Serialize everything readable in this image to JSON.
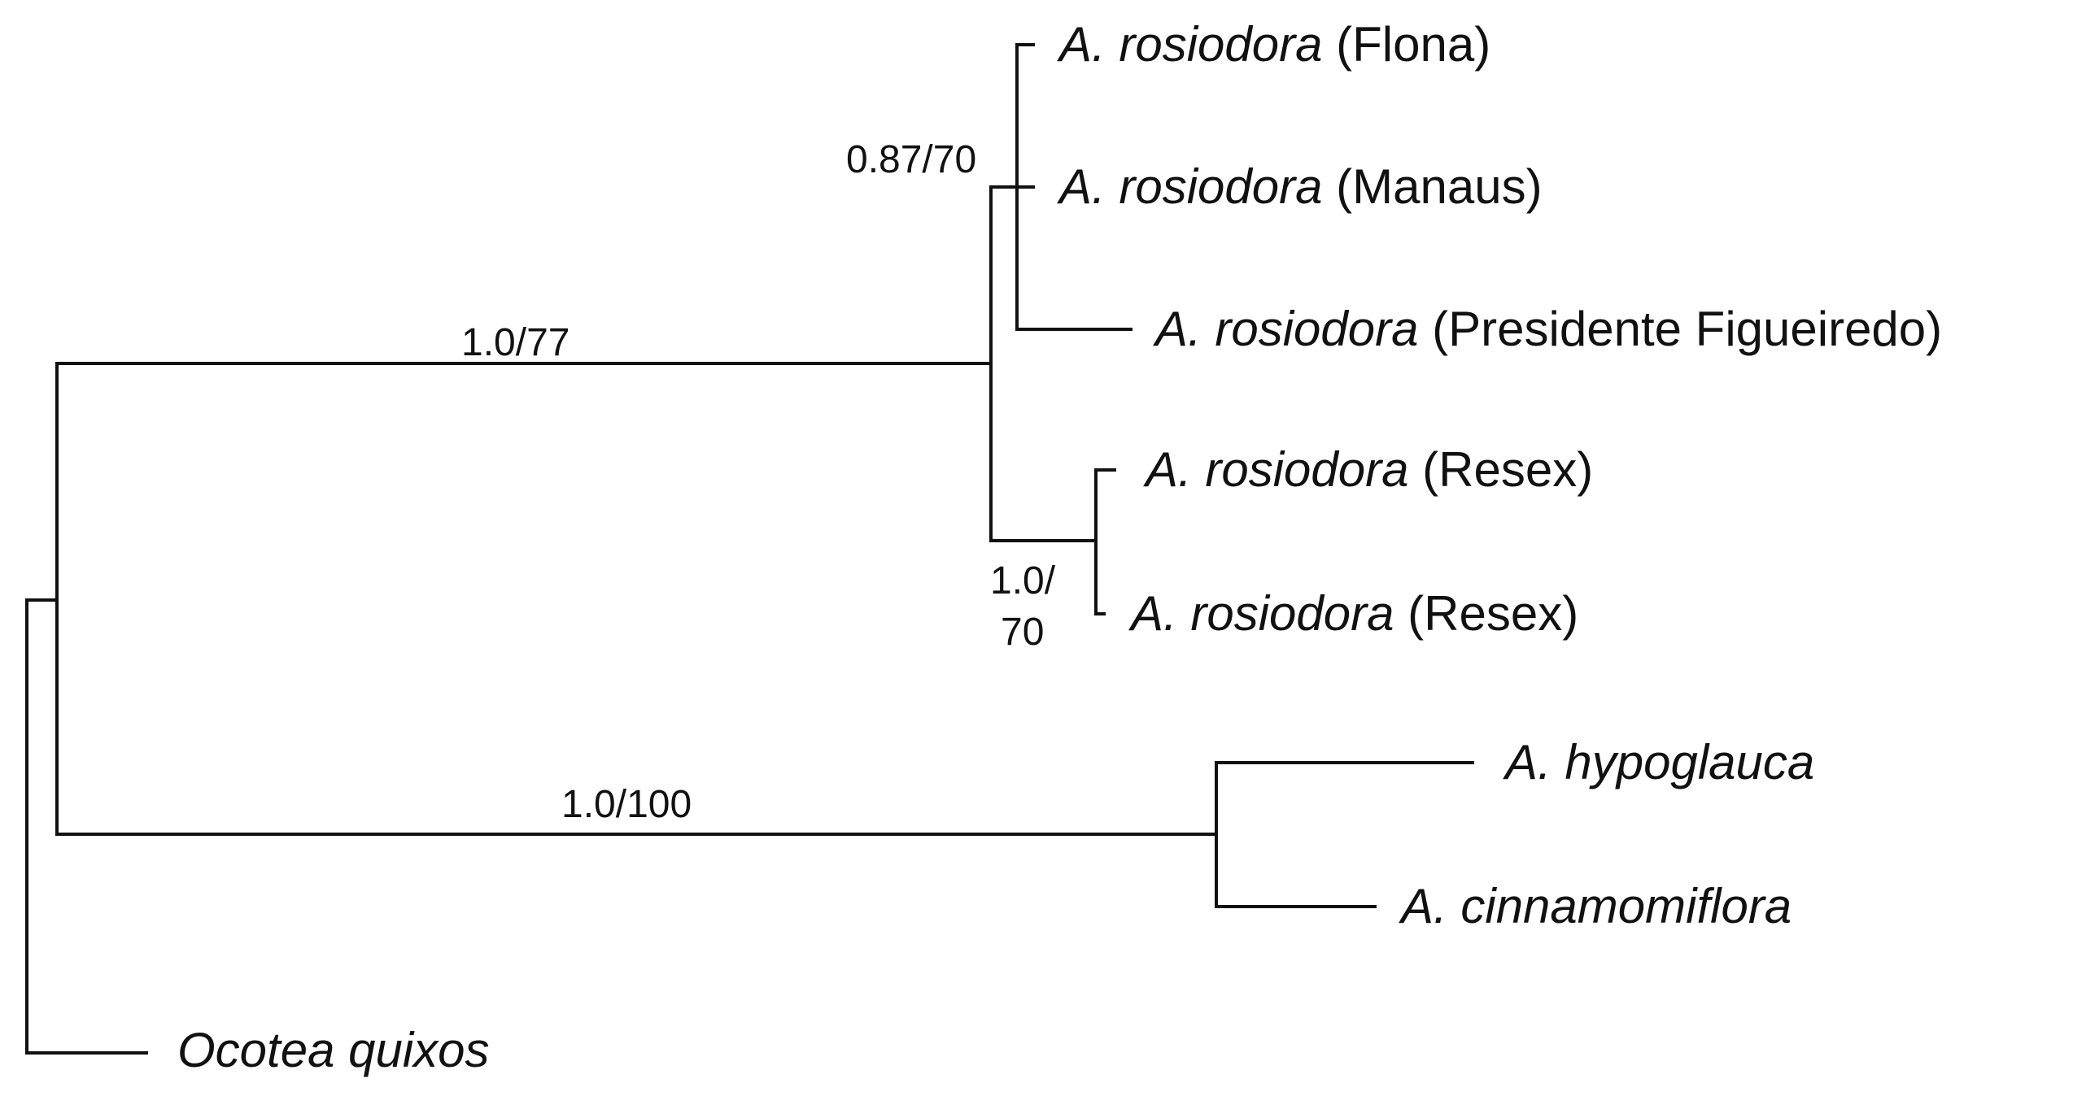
{
  "tree": {
    "taxa": {
      "flona": {
        "italic": "A. rosiodora",
        "locality": "(Flona)"
      },
      "manaus": {
        "italic": "A. rosiodora",
        "locality": "(Manaus)"
      },
      "presidente": {
        "italic": "A. rosiodora",
        "locality": "(Presidente Figueiredo)"
      },
      "resex1": {
        "italic": "A. rosiodora",
        "locality": "(Resex)"
      },
      "resex2": {
        "italic": "A. rosiodora",
        "locality": "(Resex)"
      },
      "hypoglauca": {
        "italic": "A. hypoglauca",
        "locality": ""
      },
      "cinnamomiflora": {
        "italic": "A. cinnamomiflora",
        "locality": ""
      },
      "ocotea": {
        "italic": "Ocotea quixos",
        "locality": ""
      }
    },
    "support": {
      "rosiodora_clade": "1.0/77",
      "flona_manaus": "0.87/70",
      "resex_clade_line1": "1.0/",
      "resex_clade_line2": "70",
      "hypoglauca_clade": "1.0/100"
    }
  }
}
